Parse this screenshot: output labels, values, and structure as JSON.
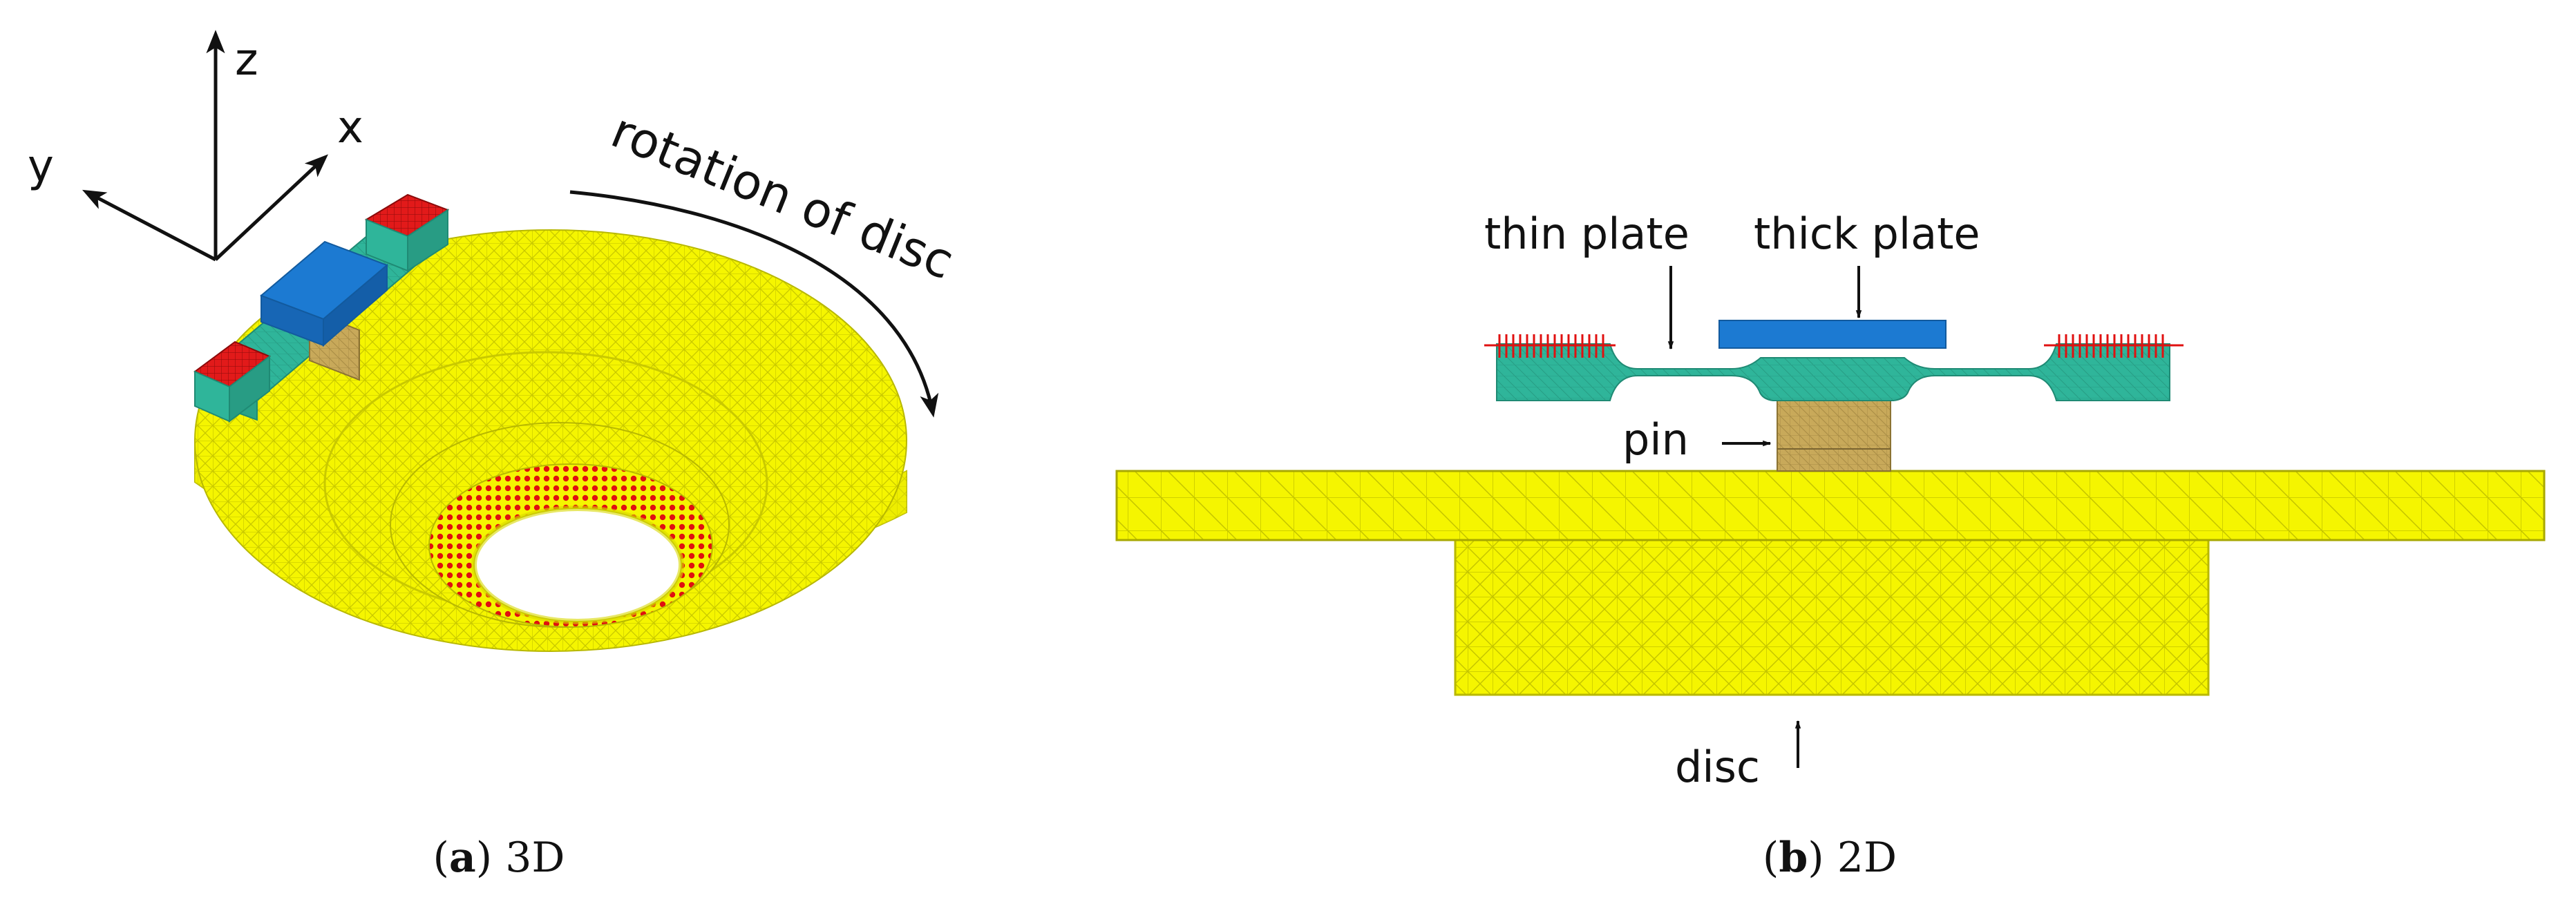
{
  "panel_a": {
    "axes": {
      "x": "x",
      "y": "y",
      "z": "z"
    },
    "rotation_label": "rotation of disc",
    "caption_letter": "a",
    "caption_text": "3D"
  },
  "panel_b": {
    "labels": {
      "thin_plate": "thin plate",
      "thick_plate": "thick plate",
      "pin": "pin",
      "disc": "disc"
    },
    "caption_letter": "b",
    "caption_text": "2D"
  },
  "colors": {
    "disc": "#f5f500",
    "disc_edge": "#b8b800",
    "thin_plate": "#2fb59a",
    "thick_plate": "#1c7ad2",
    "pin": "#c8a95a",
    "constraint": "#e01010"
  }
}
